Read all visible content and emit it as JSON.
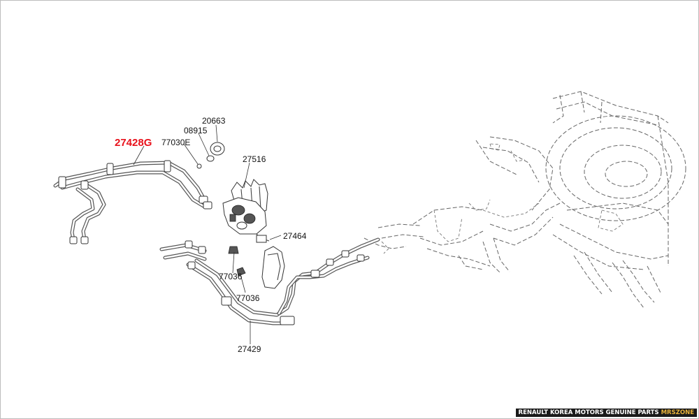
{
  "diagram": {
    "highlight_color": "#e8121c",
    "labels": [
      {
        "id": "27428G",
        "text": "27428G",
        "highlighted": true
      },
      {
        "id": "77030E",
        "text": "77030E",
        "highlighted": false
      },
      {
        "id": "08915",
        "text": "08915",
        "highlighted": false
      },
      {
        "id": "20663",
        "text": "20663",
        "highlighted": false
      },
      {
        "id": "27516",
        "text": "27516",
        "highlighted": false
      },
      {
        "id": "27464",
        "text": "27464",
        "highlighted": false
      },
      {
        "id": "77036a",
        "text": "77036",
        "highlighted": false
      },
      {
        "id": "77036b",
        "text": "77036",
        "highlighted": false
      },
      {
        "id": "27429",
        "text": "27429",
        "highlighted": false
      }
    ]
  },
  "footer": {
    "text": "RENAULT KOREA MOTORS GENUINE PARTS",
    "brand": "MRSZONE",
    "brand_color": "#e8b23a",
    "background": "#1a1a1a"
  }
}
